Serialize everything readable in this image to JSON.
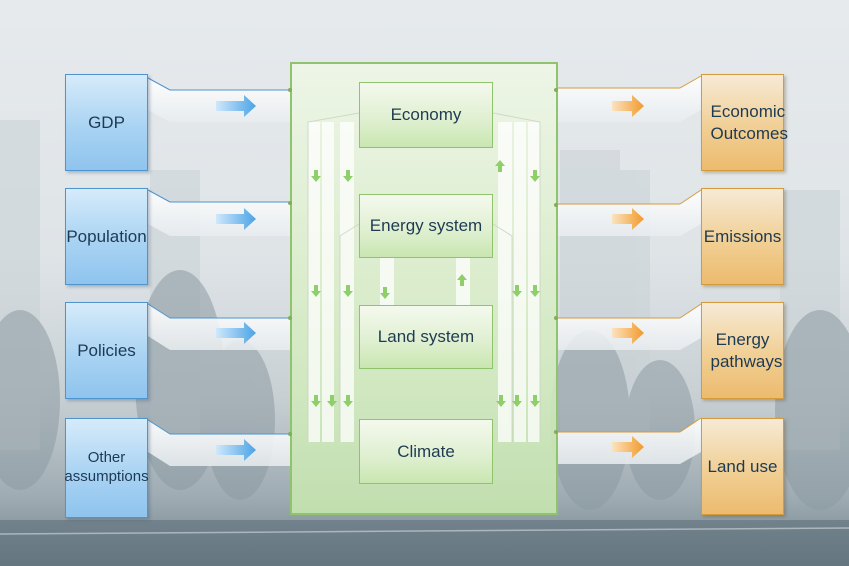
{
  "inputs": [
    {
      "label": "GDP"
    },
    {
      "label": "Population"
    },
    {
      "label": "Policies"
    },
    {
      "label": "Other assumptions"
    }
  ],
  "modules": [
    {
      "label": "Economy"
    },
    {
      "label": "Energy system"
    },
    {
      "label": "Land system"
    },
    {
      "label": "Climate"
    }
  ],
  "outputs": [
    {
      "label": "Economic Outcomes"
    },
    {
      "label": "Emissions"
    },
    {
      "label": "Energy pathways"
    },
    {
      "label": "Land use"
    }
  ],
  "colors": {
    "input_fill": "#a9d3f3",
    "input_border": "#4e94cf",
    "input_arrow": "#5aaeea",
    "output_fill": "#f1cf94",
    "output_border": "#d59a3c",
    "output_arrow": "#f2a33a",
    "core_fill": "#d6ecc3",
    "core_border": "#8fc46c",
    "connector_arrow": "#8fcf6a"
  }
}
